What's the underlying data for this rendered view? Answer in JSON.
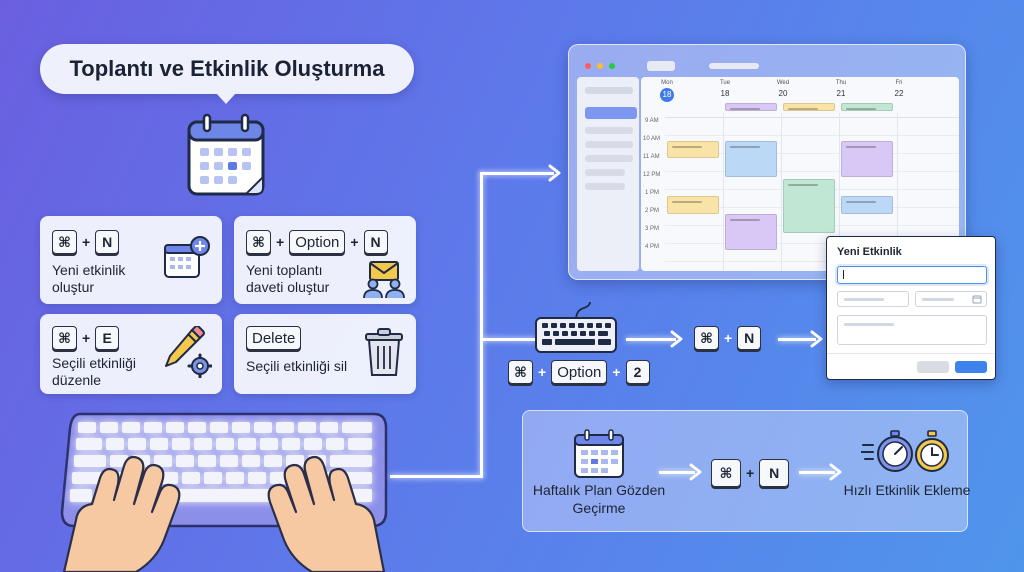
{
  "title": "Toplantı ve Etkinlik Oluşturma",
  "shortcuts": [
    {
      "keys": [
        "⌘",
        "N"
      ],
      "label": "Yeni etkinlik oluştur",
      "icon": "calendar-add-icon"
    },
    {
      "keys": [
        "⌘",
        "Option",
        "N"
      ],
      "label": "Yeni toplantı daveti oluştur",
      "icon": "meeting-invite-icon"
    },
    {
      "keys": [
        "⌘",
        "E"
      ],
      "label": "Seçili etkinliği düzenle",
      "icon": "pencil-gear-icon"
    },
    {
      "keys": [
        "Delete"
      ],
      "label": "Seçili etkinliği sil",
      "icon": "trash-icon"
    }
  ],
  "calendar": {
    "days": [
      {
        "name": "Mon",
        "date": "18"
      },
      {
        "name": "Tue",
        "date": "18"
      },
      {
        "name": "Wed",
        "date": "20"
      },
      {
        "name": "Thu",
        "date": "21"
      },
      {
        "name": "Fri",
        "date": "22"
      }
    ],
    "times": [
      "9 AM",
      "10 AM",
      "11 AM",
      "12 PM",
      "1 PM",
      "2 PM",
      "3 PM",
      "4 PM"
    ],
    "accent": "#3d7be6"
  },
  "flow": {
    "shortcut_main": [
      "⌘",
      "N"
    ],
    "shortcut_alt": [
      "⌘",
      "Option",
      "2"
    ]
  },
  "dialog": {
    "title": "Yeni Etkinlik"
  },
  "bottom_flow": {
    "left_label": "Haftalık Plan Gözden Geçirme",
    "keys": [
      "⌘",
      "N"
    ],
    "right_label": "Hızlı Etkinlik Ekleme"
  }
}
